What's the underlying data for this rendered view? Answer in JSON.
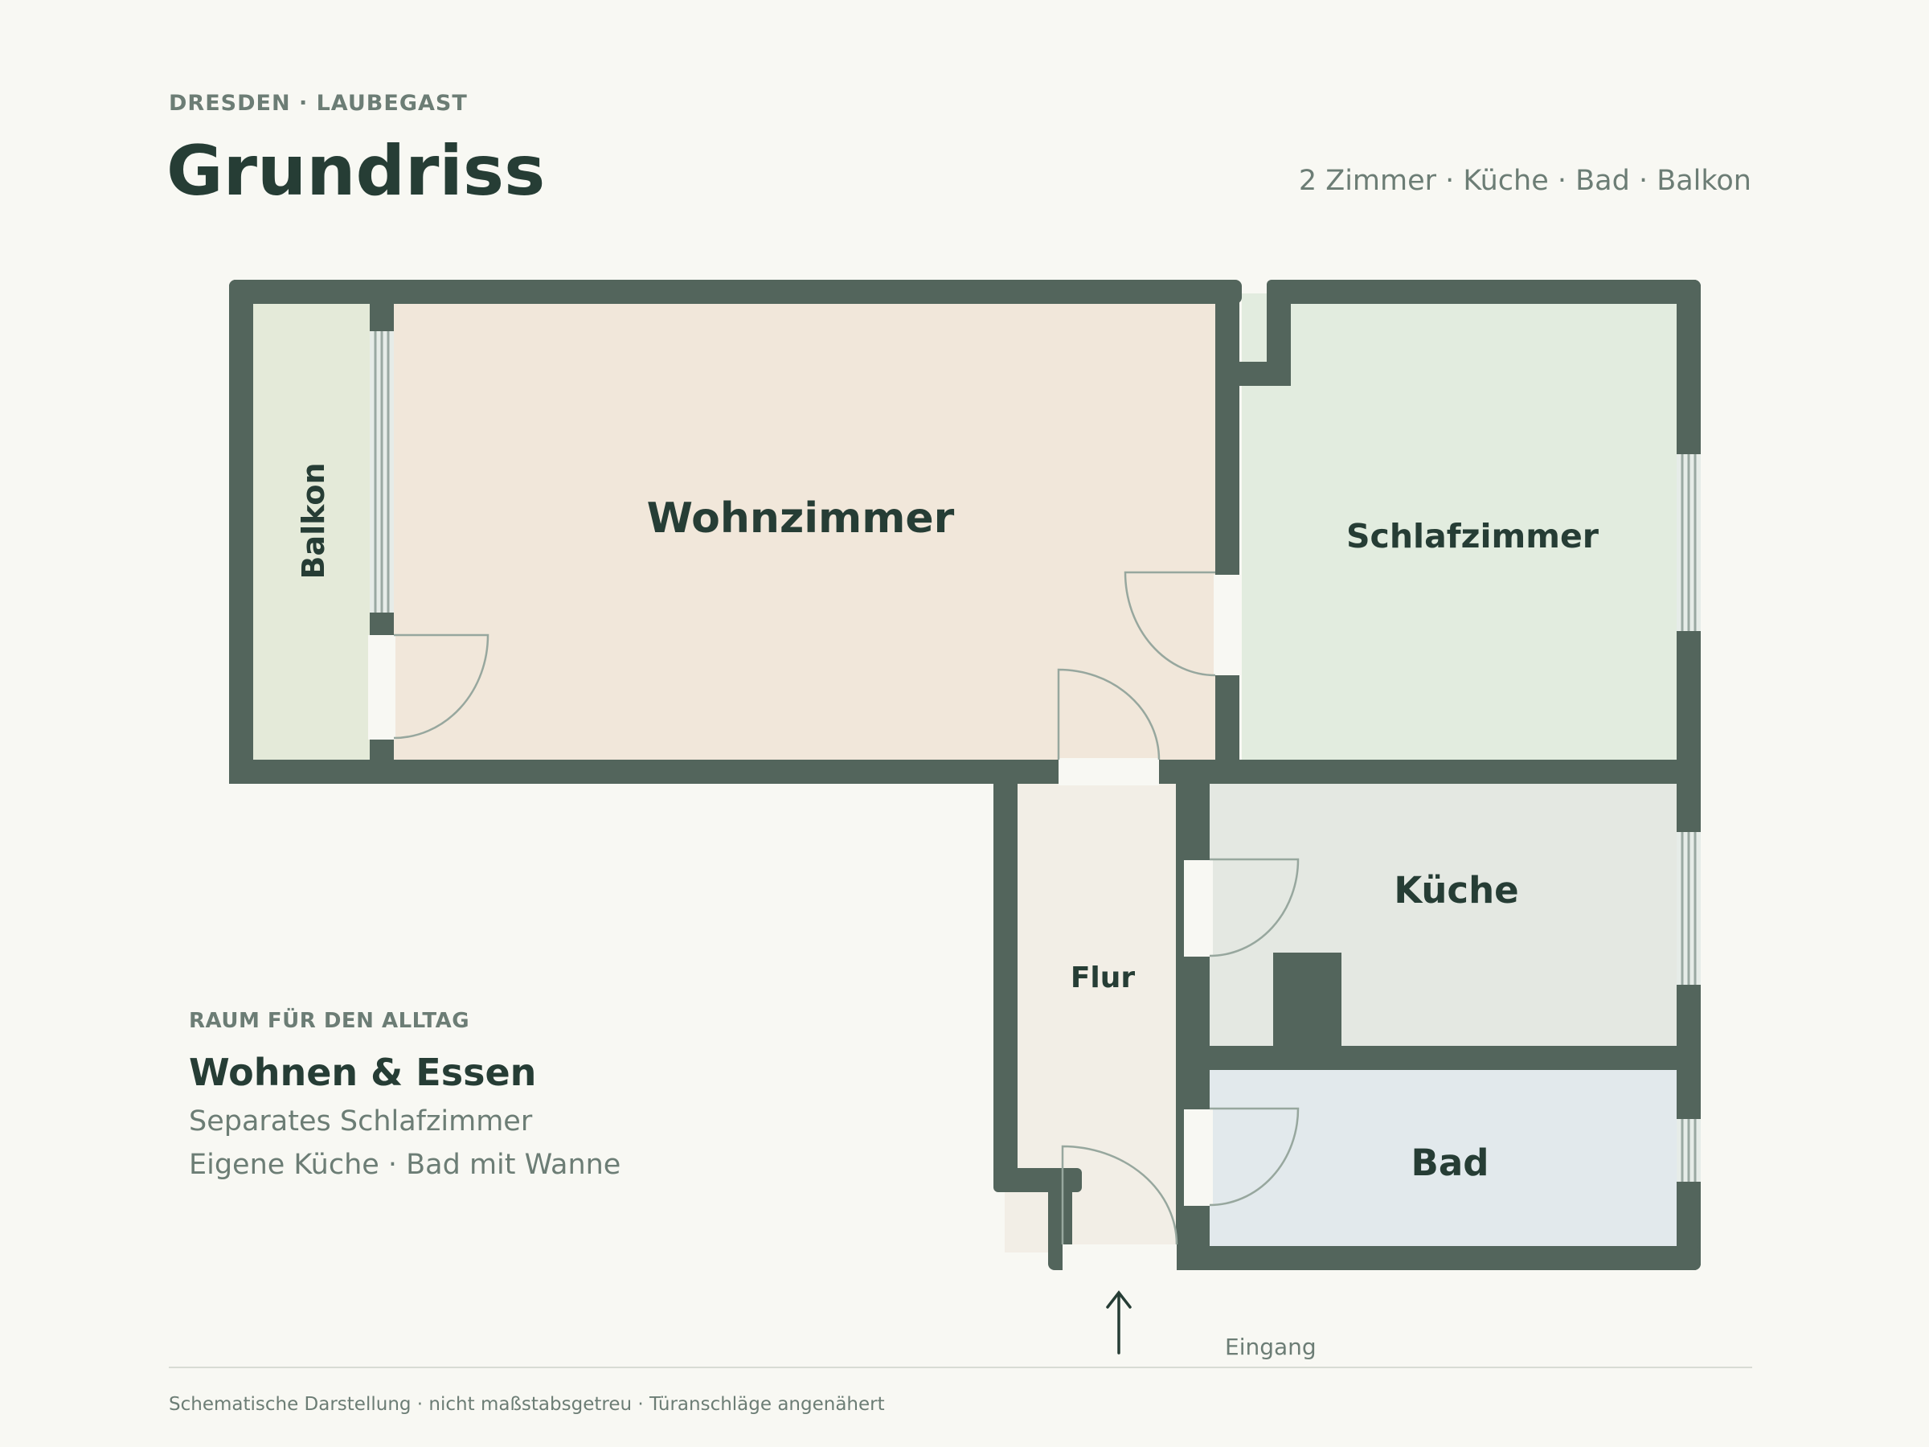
{
  "header": {
    "kicker": "DRESDEN · LAUBEGAST",
    "title": "Grundriss",
    "subtitle": "2 Zimmer · Küche · Bad · Balkon"
  },
  "rooms": {
    "balkon": "Balkon",
    "wohnzimmer": "Wohnzimmer",
    "schlafzimmer": "Schlafzimmer",
    "flur": "Flur",
    "kueche": "Küche",
    "bad": "Bad"
  },
  "entrance_label": "Eingang",
  "info": {
    "caption": "RAUM FÜR DEN ALLTAG",
    "heading": "Wohnen & Essen",
    "lines": [
      "Separates Schlafzimmer",
      "Eigene Küche · Bad mit Wanne"
    ]
  },
  "footer": "Schematische Darstellung · nicht maßstabsgetreu · Türanschläge angenähert",
  "colors": {
    "wall": "#53655c",
    "background": "#f8f8f3",
    "text": "#263d35",
    "muted": "#6c7d75",
    "balkon": "#e4ead9",
    "wohnzimmer": "#f1e7da",
    "schlafzimmer": "#e2ecdf",
    "flur": "#f2eee6",
    "kueche": "#e4e8e2",
    "bad": "#e2e9ec"
  }
}
